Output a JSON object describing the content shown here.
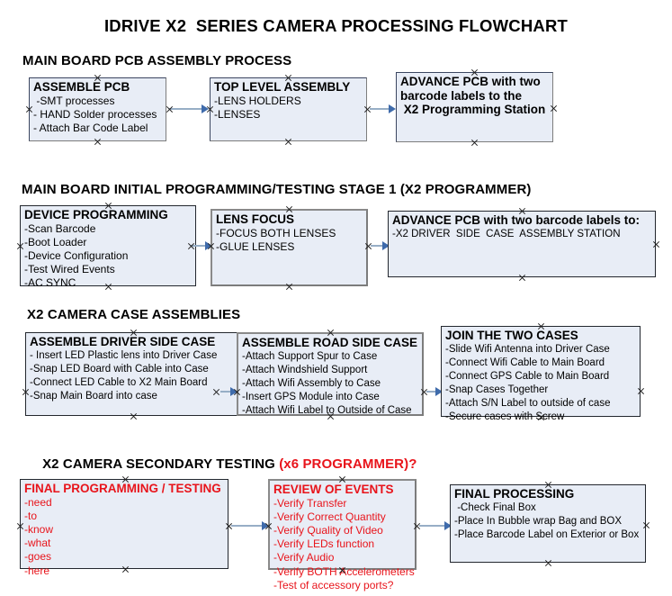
{
  "title": "IDRIVE X2  SERIES CAMERA PROCESSING FLOWCHART",
  "sections": [
    {
      "id": "sec1",
      "label": "MAIN BOARD PCB ASSEMBLY PROCESS",
      "red_suffix": ""
    },
    {
      "id": "sec2",
      "label": "MAIN BOARD INITIAL PROGRAMMING/TESTING STAGE 1 (X2 PROGRAMMER)",
      "red_suffix": ""
    },
    {
      "id": "sec3",
      "label": "X2 CAMERA CASE ASSEMBLIES",
      "red_suffix": ""
    },
    {
      "id": "sec4",
      "label": "X2 CAMERA SECONDARY TESTING ",
      "red_suffix": "(x6 PROGRAMMER)?"
    }
  ],
  "nodes": {
    "assemble_pcb": {
      "title": "ASSEMBLE PCB",
      "lines": [
        " -SMT processes",
        "- HAND Solder processes",
        "- Attach Bar Code Label"
      ]
    },
    "top_level_assembly": {
      "title": "TOP LEVEL ASSEMBLY",
      "lines": [
        "-LENS HOLDERS",
        "-LENSES"
      ]
    },
    "advance_pcb_station": {
      "title_lines": [
        "ADVANCE PCB with two",
        "barcode labels to the",
        " X2 Programming Station"
      ]
    },
    "device_programming": {
      "title": "DEVICE PROGRAMMING",
      "lines": [
        "-Scan Barcode",
        "-Boot Loader",
        "-Device Configuration",
        "-Test Wired Events",
        "-AC SYNC"
      ]
    },
    "lens_focus": {
      "title": "LENS FOCUS",
      "lines": [
        "-FOCUS BOTH LENSES",
        "-GLUE LENSES"
      ]
    },
    "advance_pcb_driver": {
      "title": "ADVANCE PCB with two barcode labels to:",
      "lines": [
        "-X2 DRIVER  SIDE  CASE  ASSEMBLY STATION"
      ]
    },
    "assemble_driver_side_case": {
      "title": "ASSEMBLE DRIVER SIDE CASE",
      "lines": [
        "- Insert LED Plastic lens into Driver Case",
        "-Snap LED Board with Cable into Case",
        "-Connect LED Cable to X2 Main Board",
        "-Snap Main Board into case"
      ]
    },
    "assemble_road_side_case": {
      "title": "ASSEMBLE ROAD SIDE CASE",
      "lines": [
        "-Attach Support Spur to Case",
        "-Attach Windshield Support",
        "-Attach Wifi Assembly to Case",
        "-Insert GPS Module into Case",
        "-Attach Wifi Label to Outside of Case"
      ]
    },
    "join_two_cases": {
      "title": "JOIN THE TWO CASES",
      "lines": [
        "-Slide Wifi Antenna into Driver Case",
        "-Connect Wifi Cable to Main Board",
        "-Connect GPS Cable to Main Board",
        "-Snap Cases Together",
        "-Attach S/N Label to outside of case",
        "-Secure cases with Screw"
      ]
    },
    "final_programming_testing": {
      "title": "FINAL PROGRAMMING / TESTING",
      "lines": [
        "-need",
        "-to",
        "-know",
        "-what",
        "-goes",
        "-here"
      ]
    },
    "review_of_events": {
      "title": "REVIEW OF EVENTS",
      "lines": [
        "-Verify Transfer",
        "-Verify Correct Quantity",
        "-Verify Quality of Video",
        "-Verify LEDs function",
        "-Verify Audio",
        "-Verify BOTH Accelerometers",
        "-Test of accessory ports?"
      ]
    },
    "final_processing": {
      "title": "FINAL PROCESSING",
      "lines": [
        " -Check Final Box",
        "-Place In Bubble wrap Bag and BOX",
        "-Place Barcode Label on Exterior or Box"
      ]
    }
  },
  "colors": {
    "box_fill": "#e8edf6",
    "box_border": "#3b4660",
    "connector": "#97aec6",
    "arrow": "#3f6bab",
    "red_text": "#e8141b",
    "black_text": "#000000"
  }
}
